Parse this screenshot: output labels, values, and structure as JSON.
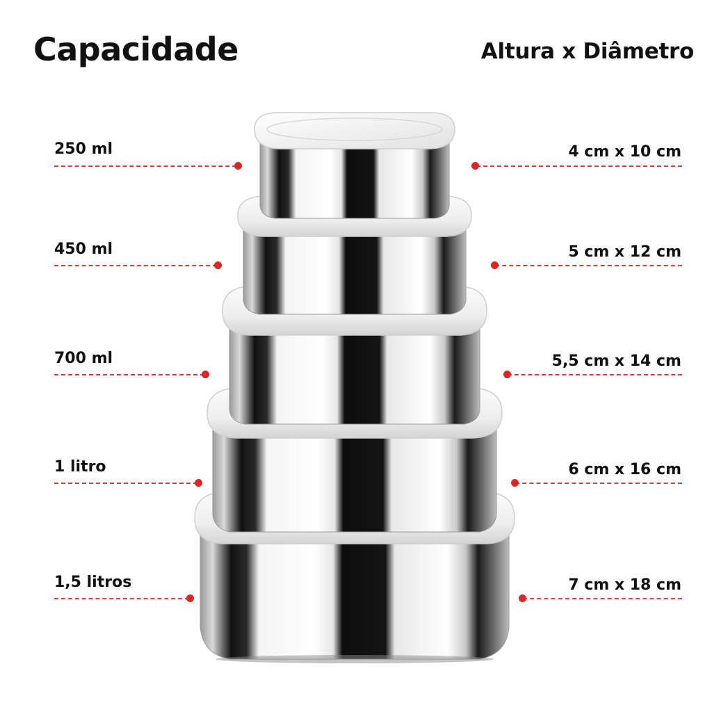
{
  "header": {
    "capacity_title": "Capacidade",
    "dimensions_title": "Altura x Diâmetro"
  },
  "colors": {
    "marker": "#e02424",
    "text": "#111111"
  },
  "containers": [
    {
      "capacity": "250 ml",
      "dimensions": "4 cm x 10 cm"
    },
    {
      "capacity": "450 ml",
      "dimensions": "5 cm x 12 cm"
    },
    {
      "capacity": "700 ml",
      "dimensions": "5,5 cm x 14 cm"
    },
    {
      "capacity": "1 litro",
      "dimensions": "6 cm x 16 cm"
    },
    {
      "capacity": "1,5 litros",
      "dimensions": "7 cm x 18 cm"
    }
  ]
}
